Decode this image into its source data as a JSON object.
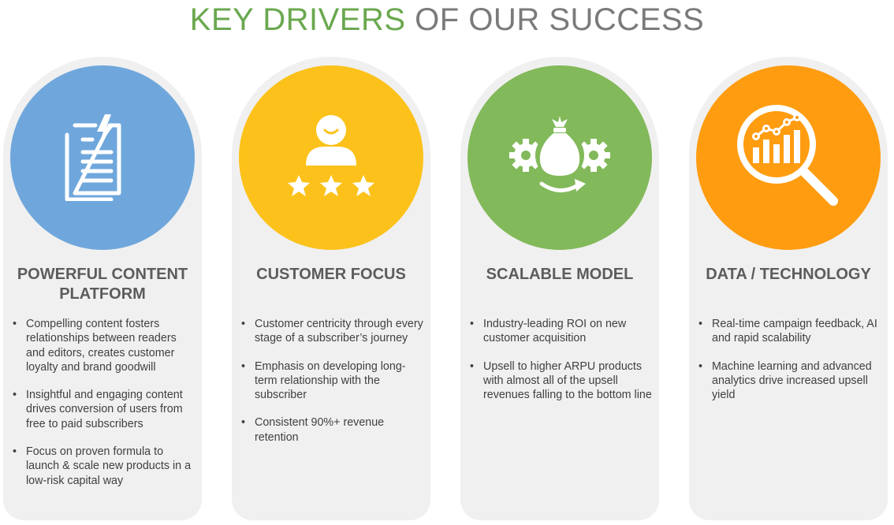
{
  "header": {
    "title_accent": "KEY DRIVERS",
    "title_rest": " OF OUR SUCCESS"
  },
  "colors": {
    "title_accent": "#6aa84f",
    "title_rest": "#7a7a7a",
    "pillar_bg": "#f0f0f0"
  },
  "pillars": [
    {
      "heading": "POWERFUL CONTENT PLATFORM",
      "icon": "document-lightning-icon",
      "color": "#6fa7dc",
      "bullets": [
        "Compelling content fosters relationships between readers and editors, creates customer loyalty and brand goodwill",
        "Insightful and engaging content drives conversion of users from free to paid subscribers",
        "Focus on proven formula to launch & scale new products in a low-risk capital way"
      ]
    },
    {
      "heading": "CUSTOMER FOCUS",
      "icon": "customer-rating-icon",
      "color": "#fcc21b",
      "bullets": [
        "Customer centricity through every stage of a subscriber’s journey",
        "Emphasis on developing long-term relationship with the subscriber",
        "Consistent 90%+ revenue retention"
      ]
    },
    {
      "heading": "SCALABLE MODEL",
      "icon": "money-bag-gears-icon",
      "color": "#82b95a",
      "bullets": [
        "Industry-leading ROI on new customer acquisition",
        "Upsell to higher ARPU products with almost all of the upsell revenues falling to the bottom line"
      ]
    },
    {
      "heading": "DATA / TECHNOLOGY",
      "icon": "analytics-magnifier-icon",
      "color": "#ff9c10",
      "bullets": [
        "Real-time campaign feedback, AI and rapid scalability",
        "Machine learning and advanced analytics drive increased upsell yield"
      ]
    }
  ]
}
